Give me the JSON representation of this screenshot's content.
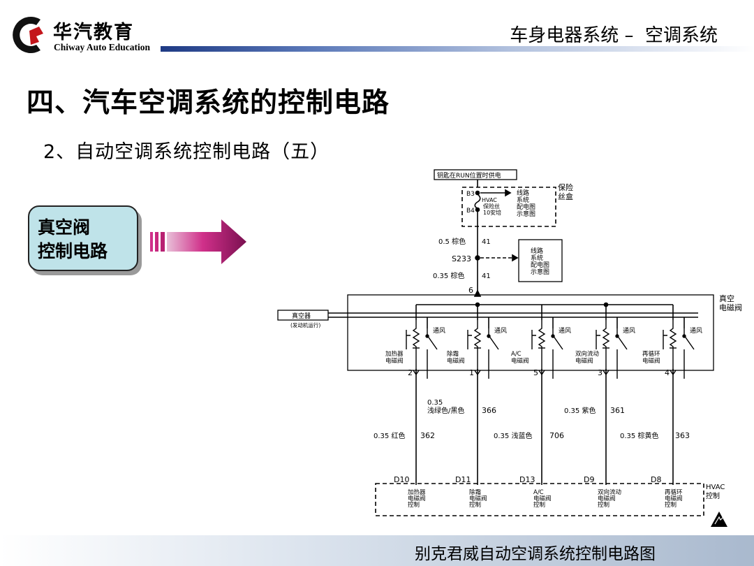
{
  "header": {
    "brand_cn": "华汽教育",
    "brand_en": "Chiway Auto Education",
    "topic": "车身电器系统 –  空调系统",
    "logo_icon": "brand-c-logo-icon"
  },
  "title": "四、汽车空调系统的控制电路",
  "subtitle": "2、自动空调系统控制电路（五）",
  "callout": {
    "line1": "真空阀",
    "line2": "控制电路",
    "arrow_icon": "arrow-right-icon"
  },
  "diagram": {
    "power_label": "钥匙在RUN位置时供电",
    "fuse_terms": [
      "B3",
      "B4"
    ],
    "fuse_text": [
      "HVAC",
      "保险丝",
      "10安培"
    ],
    "fuse_ref": [
      "线路",
      "系统",
      "配电图",
      "示意图"
    ],
    "fuse_box": [
      "保险",
      "丝盒"
    ],
    "wire_top": {
      "spec": "0.5 棕色",
      "num": "41"
    },
    "splice": "S233",
    "splice_ref": [
      "线路",
      "系统",
      "配电图",
      "示意图"
    ],
    "wire_mid": {
      "spec": "0.35 棕色",
      "num": "41"
    },
    "pin_feed": "6",
    "solenoid_block": [
      "真空",
      "电磁阀"
    ],
    "vacuum_source": "真空器",
    "vacuum_note": "(发动机运行)",
    "vent_label": "通风",
    "valves": [
      {
        "name": [
          "加热器",
          "电磁阀"
        ],
        "pin": "2"
      },
      {
        "name": [
          "除霜",
          "电磁阀"
        ],
        "pin": "1"
      },
      {
        "name": [
          "A/C",
          "电磁阀"
        ],
        "pin": "5"
      },
      {
        "name": [
          "双向流动",
          "电磁阀"
        ],
        "pin": "3"
      },
      {
        "name": [
          "再循环",
          "电磁阀"
        ],
        "pin": "4"
      }
    ],
    "wires": [
      {
        "spec": "0.35 红色",
        "num": "362"
      },
      {
        "spec": "0.35 浅绿色/黑色",
        "num": "366"
      },
      {
        "spec": "0.35 浅蓝色",
        "num": "706"
      },
      {
        "spec": "0.35 紫色",
        "num": "361"
      },
      {
        "spec": "0.35 棕黄色",
        "num": "363"
      }
    ],
    "module_pins": [
      {
        "pin": "D10",
        "name": [
          "加热器",
          "电磁阀",
          "控制"
        ]
      },
      {
        "pin": "D11",
        "name": [
          "除霜",
          "电磁阀",
          "控制"
        ]
      },
      {
        "pin": "D13",
        "name": [
          "A/C",
          "电磁阀",
          "控制"
        ]
      },
      {
        "pin": "D9",
        "name": [
          "双向流动",
          "电磁阀",
          "控制"
        ]
      },
      {
        "pin": "D8",
        "name": [
          "再循环",
          "电磁阀",
          "控制"
        ]
      }
    ],
    "module_name": [
      "HVAC",
      "控制"
    ],
    "esd_icon": "esd-warning-icon"
  },
  "footer": {
    "caption": "别克君威自动空调系统控制电路图"
  },
  "colors": {
    "callout_fill": "#bfe3e9",
    "arrow_start": "#e8c0d8",
    "arrow_end": "#7a1050",
    "header_bar": "#1e3a84",
    "logo_red": "#c4161c"
  }
}
